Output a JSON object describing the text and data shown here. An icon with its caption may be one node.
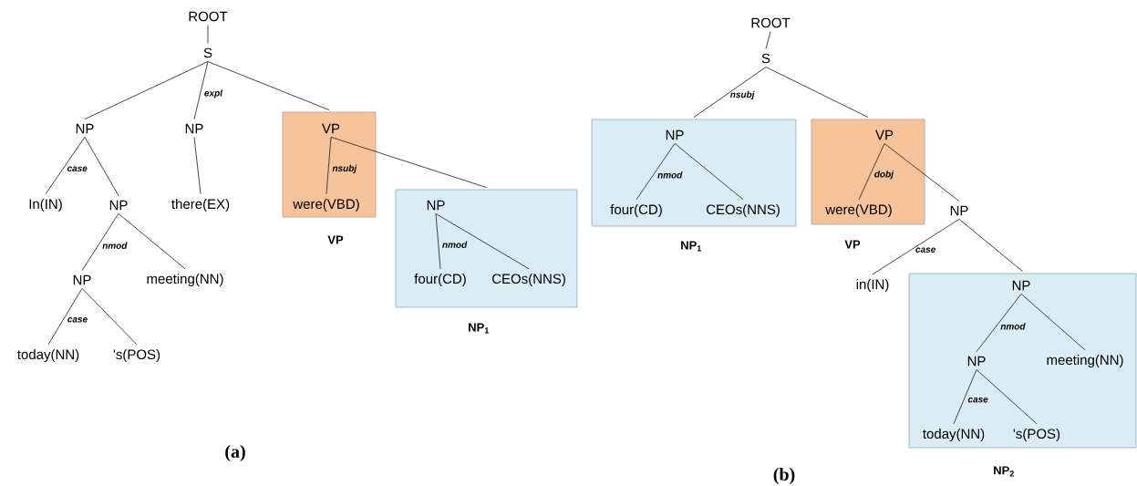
{
  "diagram": {
    "nodes": [
      {
        "text": [
          "ROOT"
        ]
      },
      {
        "text": [
          "S"
        ]
      },
      {
        "text": [
          "NP"
        ]
      },
      {
        "text": [
          "NP"
        ]
      },
      {
        "text": [
          "VP"
        ]
      },
      {
        "text": [
          "VP"
        ],
        "in": 4
      },
      {
        "text": [
          "were(VBD)"
        ],
        "in": 4
      },
      {
        "text": [
          "NP$_{1}$"
        ]
      },
      {
        "text": [
          "NP"
        ],
        "in": 7
      },
      {
        "text": [
          "four(CD)"
        ],
        "in": 7
      },
      {
        "text": [
          "CEOs(NNS)"
        ],
        "in": 7
      },
      {
        "text": [
          "In(IN)"
        ]
      },
      {
        "text": [
          "NP"
        ]
      },
      {
        "text": [
          "there(EX)"
        ]
      },
      {
        "text": [
          "NP"
        ]
      },
      {
        "text": [
          "meeting(NN)"
        ]
      },
      {
        "text": [
          "today(NN)"
        ]
      },
      {
        "text": [
          "'s(POS)"
        ]
      },
      {
        "text": [
          "ROOT"
        ]
      },
      {
        "text": [
          "S"
        ]
      },
      {
        "text": [
          "NP$_{1}$"
        ]
      },
      {
        "text": [
          "NP"
        ],
        "in": 20
      },
      {
        "text": [
          "four(CD)"
        ],
        "in": 20
      },
      {
        "text": [
          "CEOs(NNS)"
        ],
        "in": 20
      },
      {
        "text": [
          "VP"
        ]
      },
      {
        "text": [
          "VP"
        ],
        "in": 24
      },
      {
        "text": [
          "were(VBD)"
        ],
        "in": 24
      },
      {
        "text": [
          "NP"
        ]
      },
      {
        "text": [
          "in(IN)"
        ]
      },
      {
        "text": [
          "NP$_{2}$"
        ]
      },
      {
        "text": [
          "NP"
        ],
        "in": 29
      },
      {
        "text": [
          "NP"
        ],
        "in": 29
      },
      {
        "text": [
          "meeting(NN)"
        ],
        "in": 29
      },
      {
        "text": [
          "today(NN)"
        ],
        "in": 29
      },
      {
        "text": [
          "'s(POS)"
        ],
        "in": 29
      }
    ],
    "edges": [
      {
        "from": 0,
        "to": 1,
        "arrow": "none"
      },
      {
        "from": 1,
        "to": 2,
        "arrow": "none"
      },
      {
        "from": 1,
        "to": 3,
        "arrow": "none",
        "label": "expl"
      },
      {
        "from": 1,
        "to": 4,
        "arrow": "none"
      },
      {
        "from": 5,
        "to": 6,
        "arrow": "none",
        "label": "nsubj"
      },
      {
        "from": 5,
        "to": 7,
        "arrow": "none"
      },
      {
        "from": 8,
        "to": 9,
        "arrow": "none",
        "label": "nmod"
      },
      {
        "from": 8,
        "to": 10,
        "arrow": "none"
      },
      {
        "from": 2,
        "to": 11,
        "arrow": "none",
        "label": "case"
      },
      {
        "from": 2,
        "to": 12,
        "arrow": "none"
      },
      {
        "from": 3,
        "to": 13,
        "arrow": "none"
      },
      {
        "from": 12,
        "to": 14,
        "arrow": "none",
        "label": "nmod"
      },
      {
        "from": 12,
        "to": 15,
        "arrow": "none"
      },
      {
        "from": 14,
        "to": 16,
        "arrow": "none",
        "label": "case"
      },
      {
        "from": 14,
        "to": 17,
        "arrow": "none"
      },
      {
        "from": 18,
        "to": 19,
        "arrow": "none"
      },
      {
        "from": 19,
        "to": 20,
        "arrow": "none",
        "label": "nsubj"
      },
      {
        "from": 19,
        "to": 24,
        "arrow": "none"
      },
      {
        "from": 21,
        "to": 22,
        "arrow": "none",
        "label": "nmod"
      },
      {
        "from": 21,
        "to": 23,
        "arrow": "none"
      },
      {
        "from": 25,
        "to": 26,
        "arrow": "none",
        "label": "dobj"
      },
      {
        "from": 25,
        "to": 27,
        "arrow": "none"
      },
      {
        "from": 27,
        "to": 28,
        "arrow": "none",
        "label": "case"
      },
      {
        "from": 27,
        "to": 29,
        "arrow": "none"
      },
      {
        "from": 30,
        "to": 31,
        "arrow": "none",
        "label": "nmod"
      },
      {
        "from": 30,
        "to": 32,
        "arrow": "none"
      },
      {
        "from": 31,
        "to": 33,
        "arrow": "none",
        "label": "case"
      },
      {
        "from": 31,
        "to": 34,
        "arrow": "none"
      }
    ],
    "labels": [
      "(a)",
      "(b)"
    ]
  }
}
